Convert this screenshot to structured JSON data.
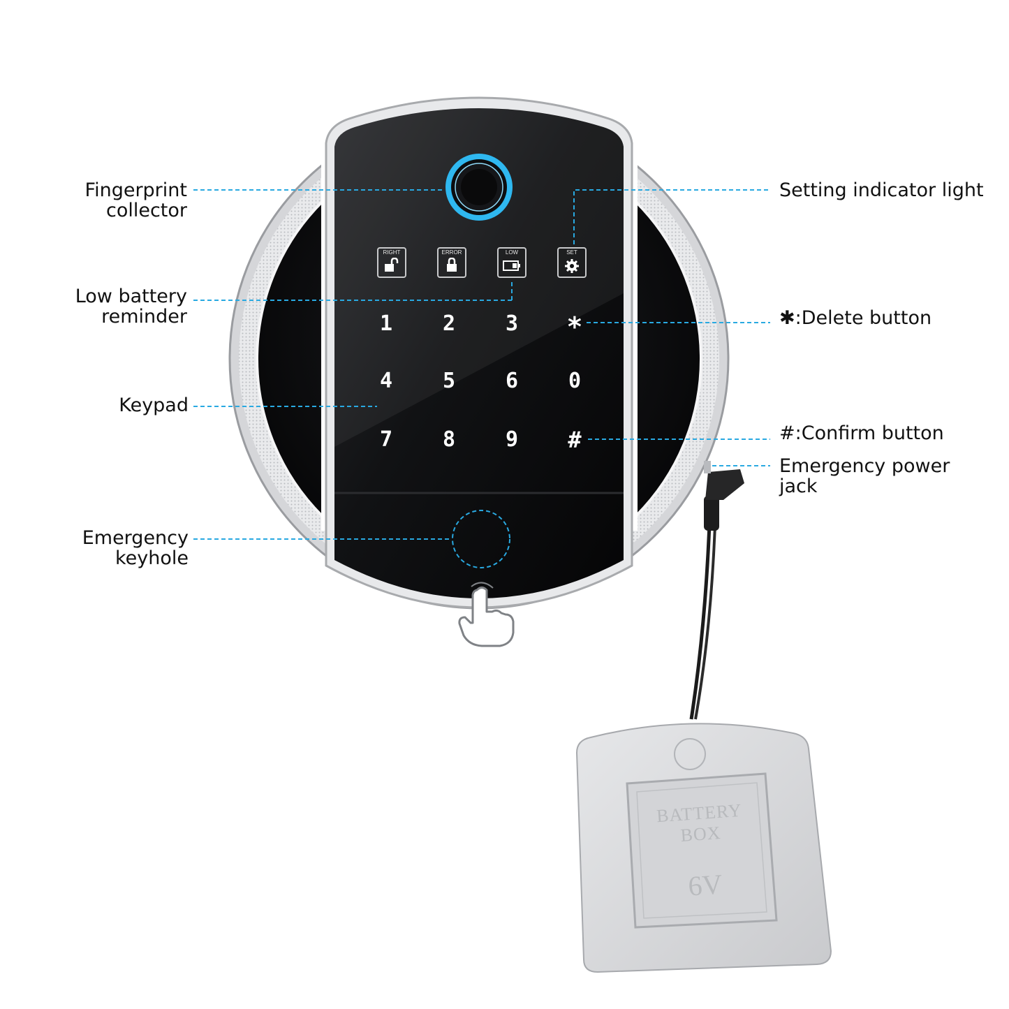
{
  "colors": {
    "leader_line": "#29a9e1",
    "panel": "#0b0b0c",
    "fingerprint_ring": "#2fb8f0",
    "battery_box": "#d9dadc"
  },
  "callouts": {
    "fingerprint": {
      "line1": "Fingerprint",
      "line2": "collector"
    },
    "low_battery": {
      "line1": "Low battery",
      "line2": "reminder"
    },
    "keypad": {
      "line1": "Keypad"
    },
    "keyhole": {
      "line1": "Emergency",
      "line2": "keyhole"
    },
    "setting_light": {
      "line1": "Setting indicator light"
    },
    "delete": {
      "symbol": "✱",
      "text": ":Delete button"
    },
    "confirm": {
      "symbol": "#",
      "text": ":Confirm button"
    },
    "power_jack": {
      "line1": "Emergency power",
      "line2": "jack"
    }
  },
  "device": {
    "indicators": [
      {
        "label": "RIGHT",
        "icon": "unlocked-padlock-icon"
      },
      {
        "label": "ERROR",
        "icon": "padlock-icon"
      },
      {
        "label": "LOW",
        "icon": "battery-icon"
      },
      {
        "label": "SET",
        "icon": "gear-icon"
      }
    ],
    "keys": [
      "1",
      "2",
      "3",
      "*",
      "4",
      "5",
      "6",
      "0",
      "7",
      "8",
      "9",
      "#"
    ],
    "battery_box": {
      "label": "BATTERY BOX",
      "voltage": "6V"
    }
  }
}
